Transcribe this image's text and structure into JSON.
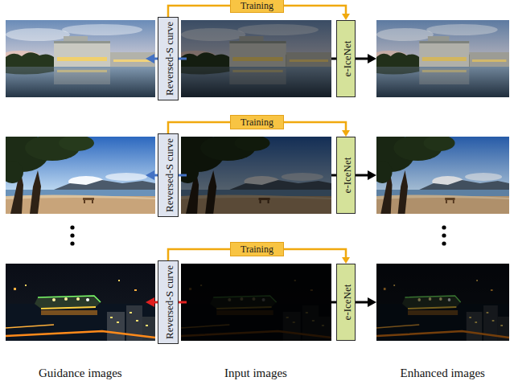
{
  "diagram": {
    "nodes": [
      {
        "text": [
          "Reversed-S curve"
        ]
      },
      {
        "text": [
          "e-IceNet"
        ]
      },
      {
        "text": [
          "Reversed-S curve"
        ]
      },
      {
        "text": [
          "e-IceNet"
        ]
      },
      {
        "text": [
          "Reversed-S curve"
        ]
      },
      {
        "text": [
          "e-IceNet"
        ]
      }
    ],
    "edges": [
      {
        "from": 0,
        "to": 1,
        "label": "Training",
        "arrow": "to"
      },
      {
        "from": 2,
        "to": 3,
        "label": "Training",
        "arrow": "to"
      },
      {
        "from": 4,
        "to": 5,
        "label": "Training",
        "arrow": "to"
      }
    ],
    "labels": [
      "Guidance images",
      "Input images",
      "Enhanced images"
    ]
  }
}
